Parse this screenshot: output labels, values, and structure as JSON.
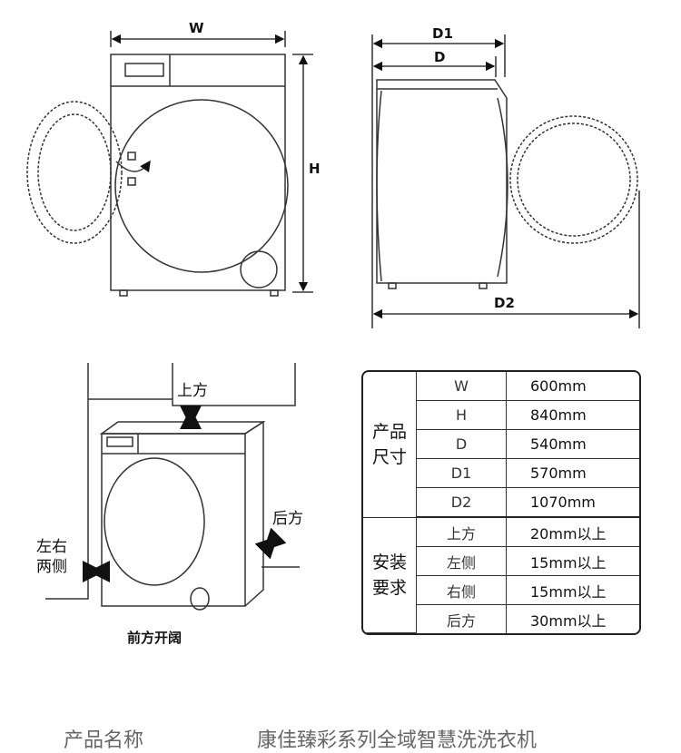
{
  "front_view": {
    "width_label": "W",
    "height_label": "H"
  },
  "side_view": {
    "d1_label": "D1",
    "d_label": "D",
    "d2_label": "D2"
  },
  "install_view": {
    "top_label": "上方",
    "back_label": "后方",
    "sides_label": [
      "左右",
      "两侧"
    ],
    "front_label": "前方开阔"
  },
  "spec_table": {
    "groups": [
      {
        "title": [
          "产品",
          "尺寸"
        ],
        "rows": [
          {
            "key": "W",
            "value": "600mm"
          },
          {
            "key": "H",
            "value": "840mm"
          },
          {
            "key": "D",
            "value": "540mm"
          },
          {
            "key": "D1",
            "value": "570mm"
          },
          {
            "key": "D2",
            "value": "1070mm"
          }
        ]
      },
      {
        "title": [
          "安装",
          "要求"
        ],
        "rows": [
          {
            "key": "上方",
            "value": "20mm以上"
          },
          {
            "key": "左侧",
            "value": "15mm以上"
          },
          {
            "key": "右侧",
            "value": "15mm以上"
          },
          {
            "key": "后方",
            "value": "30mm以上"
          }
        ]
      }
    ]
  },
  "product": {
    "name_label": "产品名称",
    "name_value": "康佳臻彩系列全域智慧洗洗衣机"
  }
}
